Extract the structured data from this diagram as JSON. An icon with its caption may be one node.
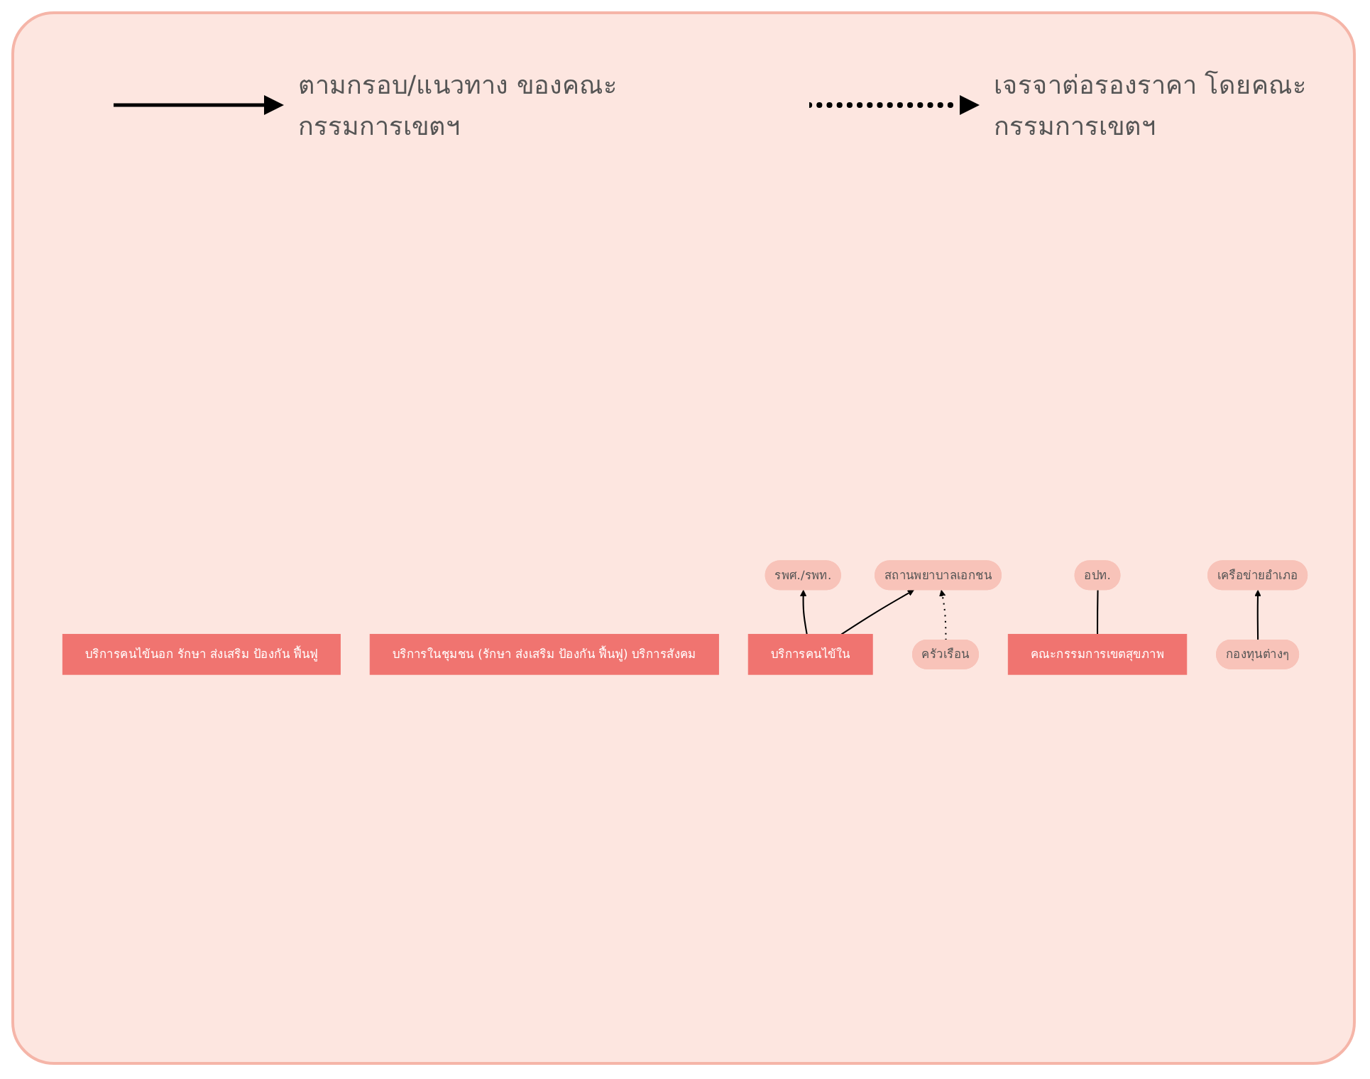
{
  "diagram": {
    "nodes": [
      {
        "text": [
          "รพศ./รพท."
        ]
      },
      {
        "text": [
          "เครือข่ายอำเภอ"
        ]
      },
      {
        "text": [
          "สถานพยาบาลเอกชน"
        ]
      },
      {
        "text": [
          "บริการคนไข้นอก รักษา ส่งเสริม ป้องกัน ฟื้นฟู"
        ]
      },
      {
        "text": [
          "บริการในชุมชน (รักษา ส่งเสริม ป้องกัน ฟื้นฟู) บริการสังคม"
        ]
      },
      {
        "text": [
          "บริการคนไข้ใน"
        ]
      },
      {
        "text": [
          "คณะกรรมการเขตสุขภาพ"
        ]
      },
      {
        "text": [
          "กองทุนต่างๆ"
        ]
      },
      {
        "text": [
          "อปท."
        ]
      },
      {
        "text": [
          "ครัวเรือน"
        ]
      }
    ],
    "edges": [
      {
        "from": 7,
        "to": 1,
        "arrow": "to"
      },
      {
        "from": 5,
        "to": 0,
        "arrow": "to"
      },
      {
        "from": 5,
        "to": 2,
        "arrow": "to"
      },
      {
        "from": 6,
        "to": 8,
        "arrow": "none"
      },
      {
        "from": 9,
        "to": 2,
        "arrow": "to",
        "style": "dashed"
      }
    ],
    "legend": [
      {
        "text": "ตามกรอบ/แนวทาง ของคณะกรรมการเขตฯ"
      },
      {
        "text": "เจรจาต่อรองราคา โดยคณะกรรมการเขตฯ"
      }
    ]
  }
}
